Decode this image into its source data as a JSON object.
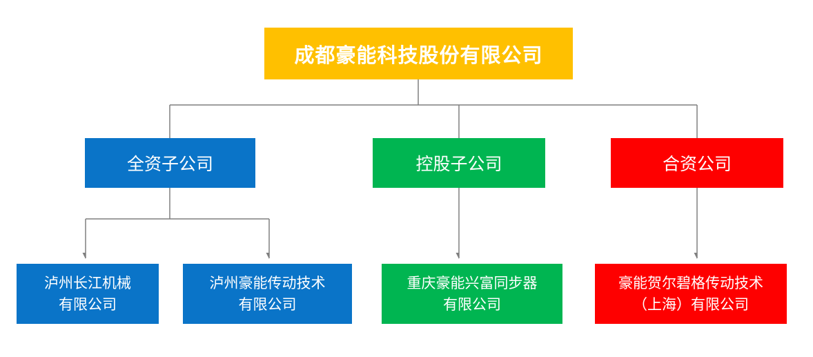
{
  "org_chart": {
    "root": {
      "label": "成都豪能科技股份有限公司"
    },
    "branches": [
      {
        "label": "全资子公司"
      },
      {
        "label": "控股子公司"
      },
      {
        "label": "合资公司"
      }
    ],
    "leaves": [
      {
        "label": "泸州长江机械\n有限公司"
      },
      {
        "label": "泸州豪能传动技术\n有限公司"
      },
      {
        "label": "重庆豪能兴富同步器\n有限公司"
      },
      {
        "label": "豪能贺尔碧格传动技术\n（上海）有限公司"
      }
    ],
    "colors": {
      "root": "#FFC000",
      "wholly_owned_subsidiary": "#0A74C8",
      "holding_subsidiary": "#00B551",
      "joint_venture": "#FE0000",
      "connector": "#7F7F7F",
      "text": "#FFFFFF"
    }
  }
}
